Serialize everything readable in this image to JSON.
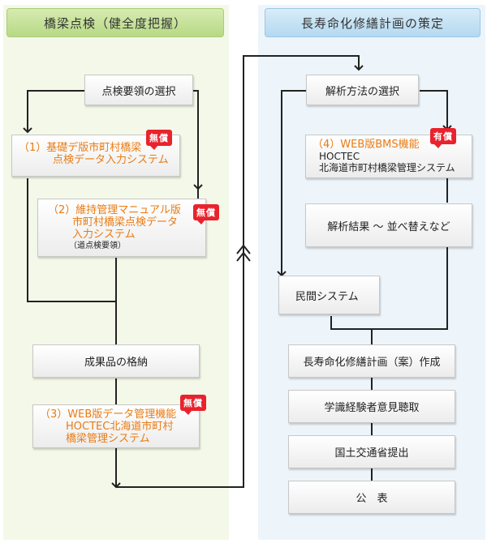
{
  "left": {
    "title": "橋梁点検（健全度把握）",
    "select": "点検要領の選択",
    "sys1": {
      "l1": "（1）基礎デ版市町村橋梁",
      "l2": "点検データ入力システム",
      "badge": "無償"
    },
    "sys2": {
      "l1": "（2）維持管理マニュアル版",
      "l2": "市町村橋梁点検データ",
      "l3": "入力システム",
      "l4": "（道点検要領）",
      "badge": "無償"
    },
    "storage": "成果品の格納",
    "sys3": {
      "l1": "（3）WEB版データ管理機能",
      "l2": "HOCTEC北海道市町村",
      "l3": "橋梁管理システム",
      "badge": "無償"
    }
  },
  "right": {
    "title": "長寿命化修繕計画の策定",
    "select": "解析方法の選択",
    "sys4": {
      "l1": "（4）WEB版BMS機能",
      "l2": "HOCTEC",
      "l3": "北海道市町村橋梁管理システム",
      "badge": "有償"
    },
    "results": "解析結果 ～ 並べ替えなど",
    "private": "民間システム",
    "steps": [
      "長寿命化修繕計画（案）作成",
      "学識経験者意見聴取",
      "国土交通省提出",
      "公　表"
    ]
  }
}
